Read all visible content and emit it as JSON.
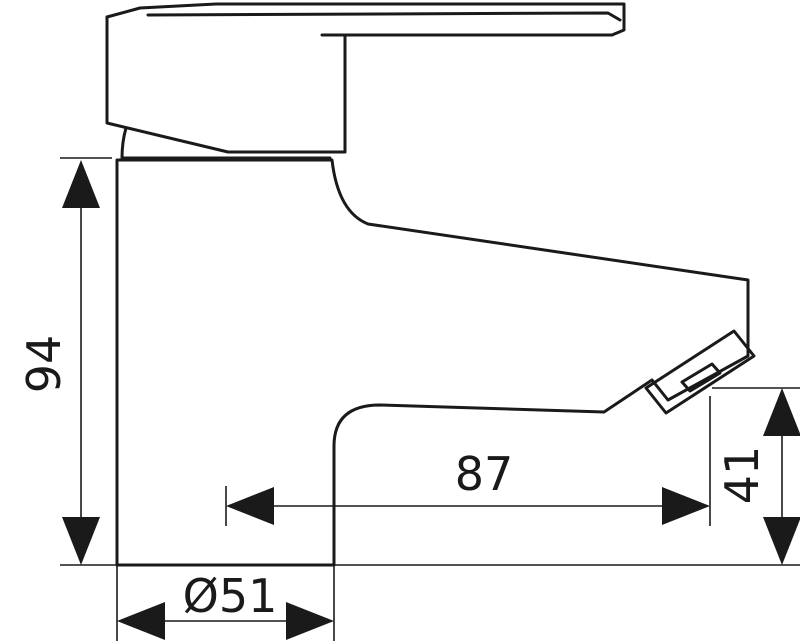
{
  "dimensions": {
    "height_total": "94",
    "spout_reach": "87",
    "spout_height": "41",
    "base_diameter": "Ø51"
  },
  "colors": {
    "line": "#1a1a1a",
    "background": "#ffffff"
  }
}
